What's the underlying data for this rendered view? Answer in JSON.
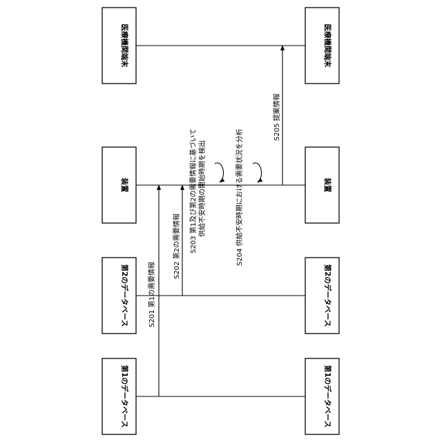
{
  "participants": {
    "terminal": "医療機関端末",
    "device": "装置",
    "db2": "第2のデータベース",
    "db1": "第1のデータベース"
  },
  "steps": {
    "s201": "S201 第1の需要情報",
    "s202": "S202 第2の需要情報",
    "s203_line1": "S203 第1及び第2の需要情報に基づいて",
    "s203_line2": "供給不安時期の開始時期を検出",
    "s204_line1": "S204 供給不安時期における需要状況を分析",
    "s205": "S205 提案情報"
  }
}
